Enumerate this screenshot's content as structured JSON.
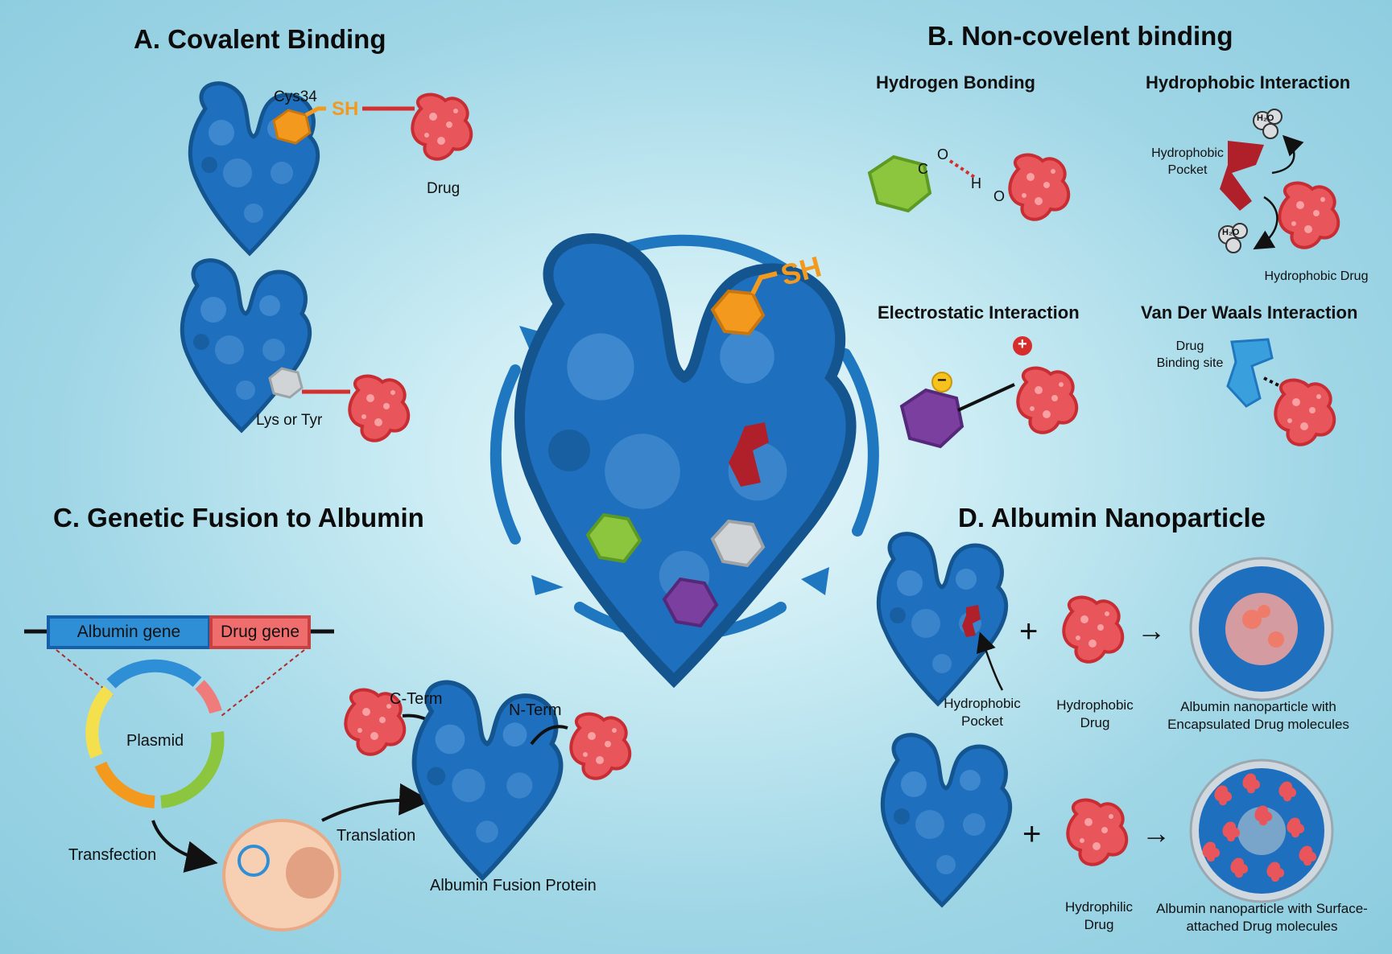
{
  "sections": {
    "a_title": "A. Covalent Binding",
    "b_title": "B. Non-covelent binding",
    "c_title": "C. Genetic Fusion to Albumin",
    "d_title": "D. Albumin Nanoparticle"
  },
  "covalent": {
    "cys_label": "Cys34",
    "sh_label": "SH",
    "drug_label": "Drug",
    "lys_label": "Lys or Tyr"
  },
  "center": {
    "sh_label": "SH"
  },
  "noncovalent": {
    "hydrogen_title": "Hydrogen Bonding",
    "hydrophobic_title": "Hydrophobic Interaction",
    "electrostatic_title": "Electrostatic Interaction",
    "vdw_title": "Van Der Waals Interaction",
    "atom_c": "C",
    "atom_o1": "O",
    "atom_h": "H",
    "atom_o2": "O",
    "water": "H₂O",
    "hydrophobic_pocket": "Hydrophobic Pocket",
    "hydrophobic_drug": "Hydrophobic Drug",
    "drug_binding_site": "Drug Binding site",
    "plus_sign": "+",
    "minus_sign": "−"
  },
  "fusion": {
    "albumin_gene": "Albumin gene",
    "drug_gene": "Drug gene",
    "plasmid": "Plasmid",
    "transfection": "Transfection",
    "translation": "Translation",
    "c_term": "C-Term",
    "n_term": "N-Term",
    "fusion_protein": "Albumin Fusion Protein"
  },
  "nanoparticle": {
    "plus": "+",
    "arrow": "→",
    "row1_pocket": "Hydrophobic Pocket",
    "row1_drug": "Hydrophobic Drug",
    "row1_result": "Albumin nanoparticle with Encapsulated Drug molecules",
    "row2_drug": "Hydrophilic Drug",
    "row2_result": "Albumin nanoparticle with Surface-attached Drug molecules"
  },
  "colors": {
    "albumin": "#1f6fbf",
    "albumin_dark": "#15528f",
    "drug": "#e0474c",
    "cys": "#f39a1e",
    "green_hex": "#8cc63f",
    "purple_hex": "#7b3fa0",
    "grey_hex": "#bfc4c8",
    "linker_red": "#d62d2d"
  }
}
